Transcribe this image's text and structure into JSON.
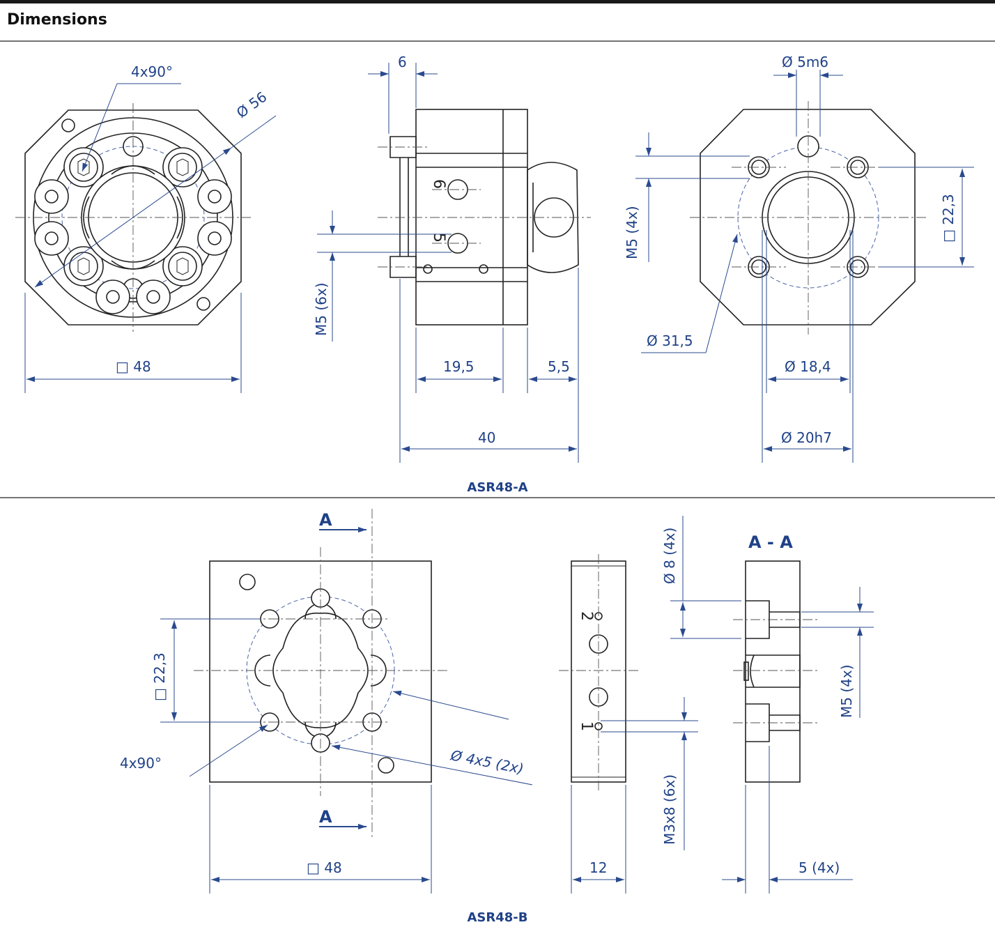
{
  "heading": "Dimensions",
  "accent_color": "#1f4187",
  "top_section": {
    "caption": "ASR48-A",
    "front_view": {
      "angle_label": "4x90°",
      "circle_label": "Ø 56",
      "square_label": "□ 48"
    },
    "side_view": {
      "top_label": "6",
      "thread_label": "M5 (6x)",
      "body_label": "19,5",
      "ring_label": "5,5",
      "total_label": "40",
      "port_labels": [
        "6",
        "5"
      ]
    },
    "back_view": {
      "pin_label": "Ø 5m6",
      "thread_label": "M5 (4x)",
      "spacing_label": "□ 22,3",
      "bolt_circle_label": "Ø 31,5",
      "bore_label": "Ø 18,4",
      "shaft_label": "Ø 20h7"
    }
  },
  "bottom_section": {
    "caption": "ASR48-B",
    "front_view": {
      "section_mark": "A",
      "spacing_label": "□ 22,3",
      "angle_label": "4x90°",
      "pin_label": "Ø 4x5 (2x)",
      "square_label": "□ 48"
    },
    "side_view": {
      "counterbore_label": "Ø 8 (4x)",
      "thread_label": "M3x8 (6x)",
      "width_label": "12",
      "port_labels": [
        "2",
        "1"
      ]
    },
    "section_view": {
      "title": "A - A",
      "thread_label": "M5 (4x)",
      "depth_label": "5 (4x)"
    }
  }
}
